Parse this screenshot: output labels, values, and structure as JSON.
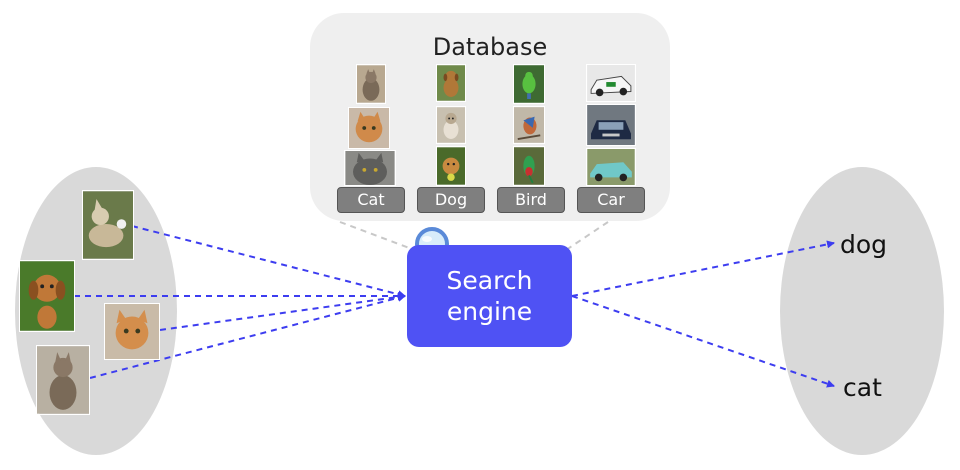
{
  "database": {
    "title": "Database",
    "categories": [
      {
        "label": "Cat"
      },
      {
        "label": "Dog"
      },
      {
        "label": "Bird"
      },
      {
        "label": "Car"
      }
    ]
  },
  "search_engine": {
    "line1": "Search",
    "line2": "engine"
  },
  "outputs": {
    "dog": "dog",
    "cat": "cat"
  },
  "colors": {
    "engine_fill": "#4f52f4",
    "arrow": "#3d3df0",
    "ellipse": "#d9d9d9",
    "panel": "#efefef",
    "label_fill": "#7f7f7f"
  }
}
